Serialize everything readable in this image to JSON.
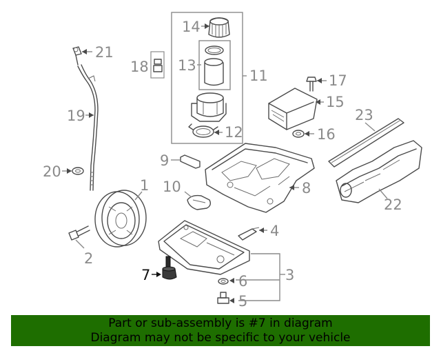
{
  "callouts": {
    "c1": "1",
    "c2": "2",
    "c3": "3",
    "c4": "4",
    "c5": "5",
    "c6": "6",
    "c7": "7",
    "c8": "8",
    "c9": "9",
    "c10": "10",
    "c11": "11",
    "c12": "12",
    "c13": "13",
    "c14": "14",
    "c15": "15",
    "c16": "16",
    "c17": "17",
    "c18": "18",
    "c19": "19",
    "c20": "20",
    "c21": "21",
    "c22": "22",
    "c23": "23"
  },
  "highlighted_callout": "7",
  "banner": {
    "line1": "Part or sub-assembly is #7 in diagram",
    "line2": "Diagram may not be specific to your vehicle",
    "background": "#1e6e00"
  },
  "colors": {
    "label": "#8a8a8a",
    "highlight": "#111111",
    "line": "#4a4a4a"
  }
}
